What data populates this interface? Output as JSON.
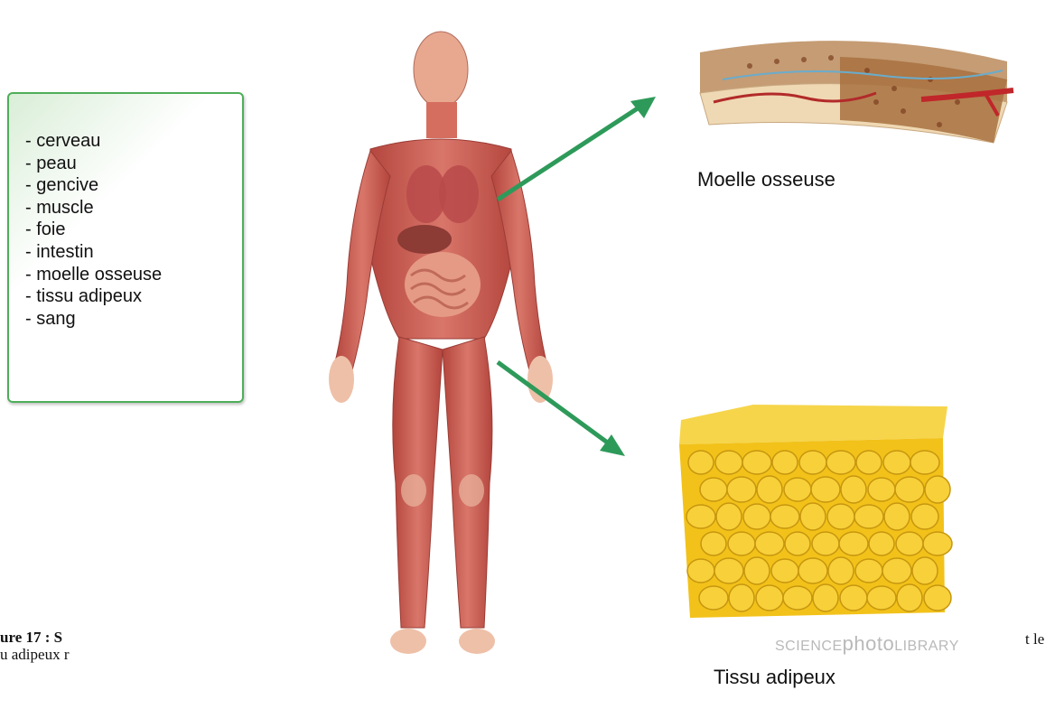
{
  "organ_list": {
    "items": [
      "- cerveau",
      "- peau",
      "- gencive",
      "- muscle",
      "- foie",
      "- intestin",
      "- moelle osseuse",
      "- tissu adipeux",
      "- sang"
    ]
  },
  "labels": {
    "bone_marrow": "Moelle osseuse",
    "adipose": "Tissu adipeux"
  },
  "watermark": {
    "part1": "SCIENCE",
    "part2": "photo",
    "part3": "LIBRARY"
  },
  "figure_caption": {
    "line1": "ure 17 : S",
    "line1_tail": "t le",
    "line2": "u adipeux r"
  },
  "colors": {
    "arrow": "#2e9a5a",
    "box_border": "#4fae59",
    "fat": "#f2c21a",
    "muscle": "#c9514a",
    "bone": "#efd9b4"
  }
}
